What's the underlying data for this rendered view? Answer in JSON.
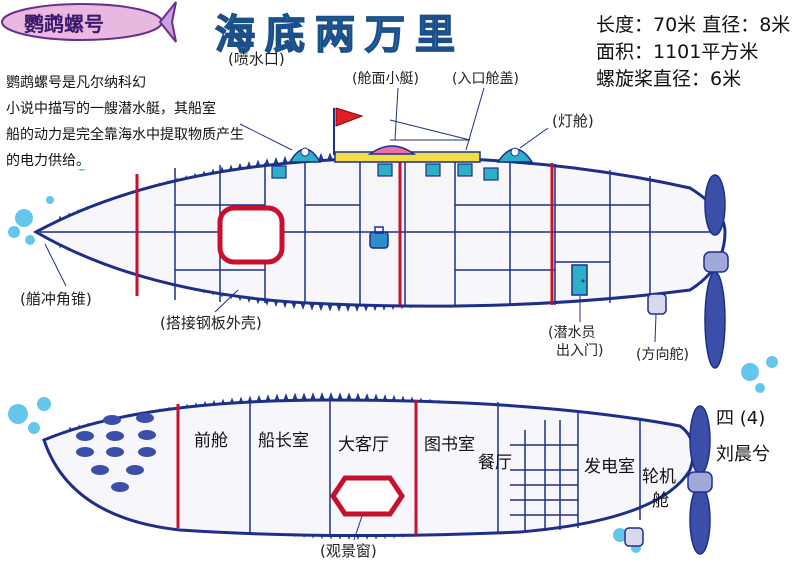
{
  "header": {
    "name_tag": "鹦鹉螺号",
    "title": "海底两万里"
  },
  "specs": {
    "line1": "长度：70米  直径：8米",
    "line2": "面积：1101平方米",
    "line3": "螺旋桨直径：6米"
  },
  "description": {
    "line1": "鹦鹉螺号是凡尔纳科幻",
    "line2": "小说中描写的一艘潜水艇，其船室",
    "line3": "船的动力是完全靠海水中提取物质产生",
    "line4": "的电力供给。"
  },
  "side_view_labels": {
    "water_spout": "(喷水口)",
    "deck_boat": "(舱面小艇)",
    "entry_hatch": "(入口舱盖)",
    "lamp_cabin": "(灯舱)",
    "ram": "(艏冲角锥)",
    "hull": "(搭接钢板外壳)",
    "diver_exit_1": "(潜水员",
    "diver_exit_2": "出入门)",
    "rudder": "(方向舵)"
  },
  "plan_view_labels": {
    "front_cabin": "前舱",
    "captain_room": "船长室",
    "salon": "大客厅",
    "library": "图书室",
    "dining": "餐厅",
    "generator": "发电室",
    "engine_1": "轮机",
    "engine_2": "舱",
    "window": "(观景窗)"
  },
  "credit": {
    "class": "四 (4)",
    "author": "刘晨兮"
  },
  "colors": {
    "title_fill": "#2fa6d6",
    "title_stroke": "#1b4f8a",
    "hull_outline": "#1e2f8a",
    "divider_red": "#c8102e",
    "spikes": "#1e3a8a",
    "nametag_fill": "#e9b8e0",
    "propeller": "#3c4fa8",
    "water": "#3fb8e8",
    "deck_yellow": "#f2dc48",
    "flag_red": "#e02020"
  }
}
